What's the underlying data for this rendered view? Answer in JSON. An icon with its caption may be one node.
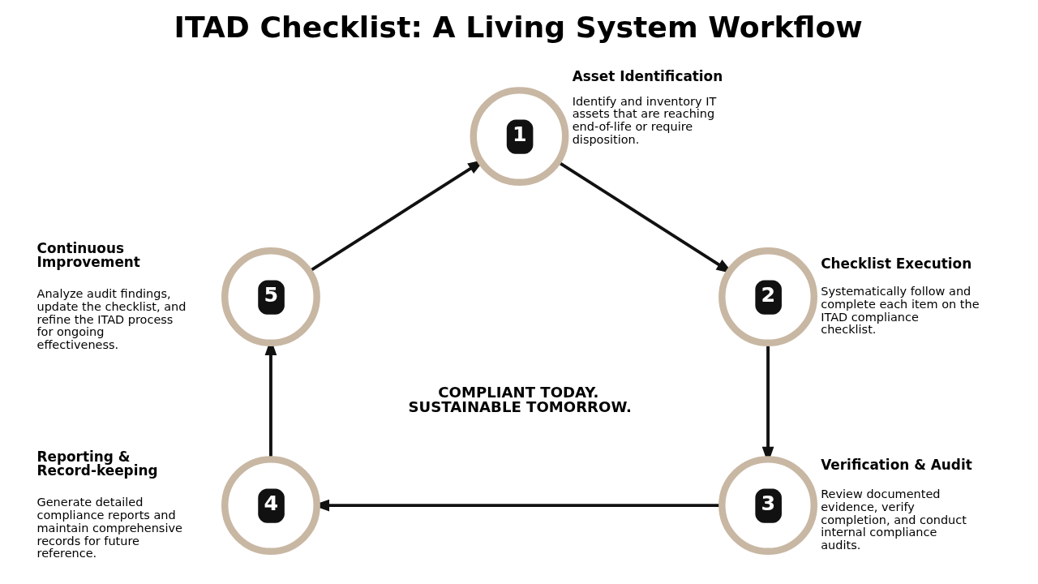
{
  "diagram": {
    "title": "ITAD Checklist: A Living System Workflow",
    "nodes": [
      {
        "text": [
          "1"
        ],
        "beside": [
          "Asset Identification",
          "Identify and inventory IT assets that are reaching end-of-life or require disposition."
        ]
      },
      {
        "text": [
          "2"
        ],
        "beside": [
          "Checklist Execution",
          "Systematically follow and complete each item on the ITAD compliance checklist."
        ]
      },
      {
        "text": [
          "3"
        ],
        "beside": [
          "Verification & Audit",
          "Review documented evidence, verify completion, and conduct internal compliance audits."
        ]
      },
      {
        "text": [
          "4"
        ],
        "beside": [
          "Reporting & Record-keeping",
          "Generate detailed compliance reports and maintain comprehensive records for future reference."
        ]
      },
      {
        "text": [
          "5"
        ],
        "beside": [
          "Continuous Improvement",
          "Analyze audit findings, update the checklist, and refine the ITAD process for ongoing effectiveness."
        ]
      }
    ],
    "edges": [
      {
        "from": 0,
        "to": 1,
        "arrow": "to"
      },
      {
        "from": 1,
        "to": 2,
        "arrow": "to"
      },
      {
        "from": 2,
        "to": 3,
        "arrow": "to"
      },
      {
        "from": 3,
        "to": 4,
        "arrow": "to"
      },
      {
        "from": 4,
        "to": 0,
        "arrow": "to"
      }
    ],
    "labels": [
      "COMPLIANT TODAY. SUSTAINABLE TOMORROW."
    ]
  }
}
